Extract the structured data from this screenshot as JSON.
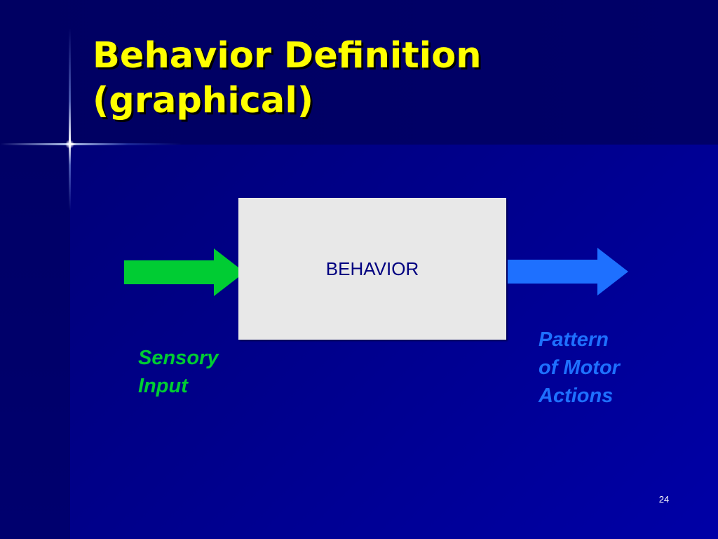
{
  "slide": {
    "title_lines": [
      "Behavior Definition",
      "(graphical)"
    ],
    "page_number": "24"
  },
  "diagram": {
    "box_label": "BEHAVIOR",
    "input_label_lines": [
      "Sensory",
      "Input"
    ],
    "output_label_lines": [
      "Pattern",
      "of Motor",
      "Actions"
    ]
  },
  "colors": {
    "title": "#ffff00",
    "background": "#00008a",
    "box_fill": "#e8e8e8",
    "box_text": "#000080",
    "input_arrow": "#00cc33",
    "output_arrow": "#1e70ff"
  },
  "icons": {
    "input_arrow": "right-arrow-icon",
    "output_arrow": "right-arrow-icon",
    "decoration": "sparkle-icon"
  }
}
